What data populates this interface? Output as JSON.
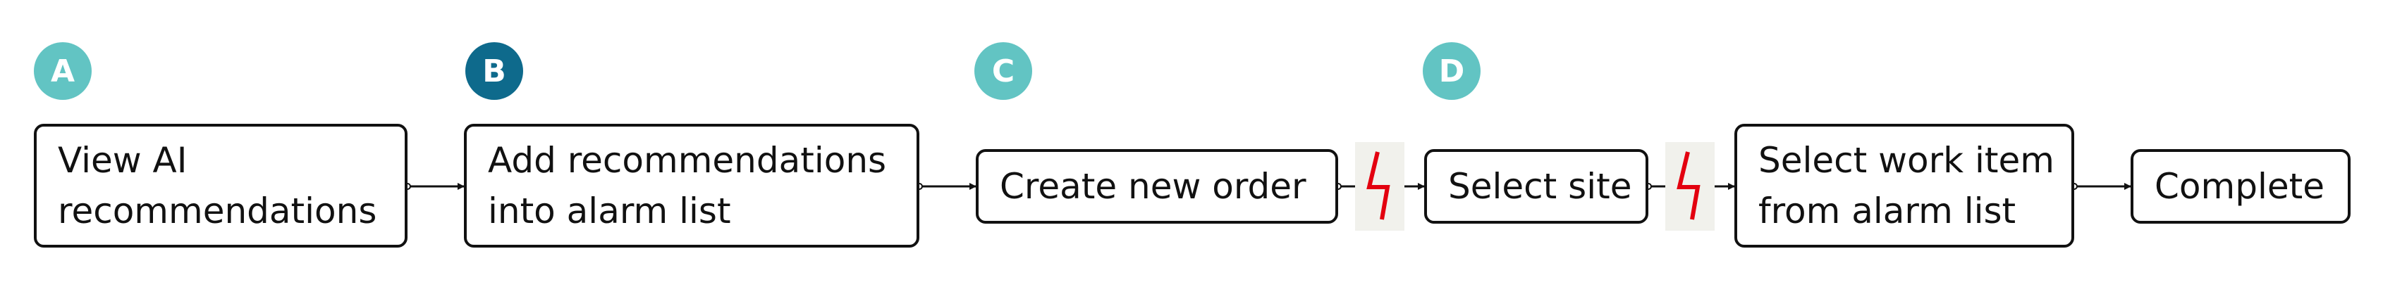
{
  "colors": {
    "badge_teal": "#62c4c3",
    "badge_dark": "#0e6a8c",
    "bolt": "#e3000f",
    "line": "#111111"
  },
  "badges": [
    {
      "id": "a",
      "label": "A"
    },
    {
      "id": "b",
      "label": "B"
    },
    {
      "id": "c",
      "label": "C"
    },
    {
      "id": "d",
      "label": "D"
    }
  ],
  "steps": [
    {
      "id": "view-ai-recommendations",
      "lines": [
        "View AI",
        "recommendations"
      ]
    },
    {
      "id": "add-recommendations",
      "lines": [
        "Add recommendations",
        "into alarm list"
      ]
    },
    {
      "id": "create-new-order",
      "lines": [
        "Create new order"
      ]
    },
    {
      "id": "select-site",
      "lines": [
        "Select site"
      ]
    },
    {
      "id": "select-work-item",
      "lines": [
        "Select work item",
        "from alarm list"
      ]
    },
    {
      "id": "complete",
      "lines": [
        "Complete"
      ]
    }
  ],
  "markers": [
    {
      "id": "bolt-1",
      "icon": "lightning-bolt-icon"
    },
    {
      "id": "bolt-2",
      "icon": "lightning-bolt-icon"
    }
  ]
}
